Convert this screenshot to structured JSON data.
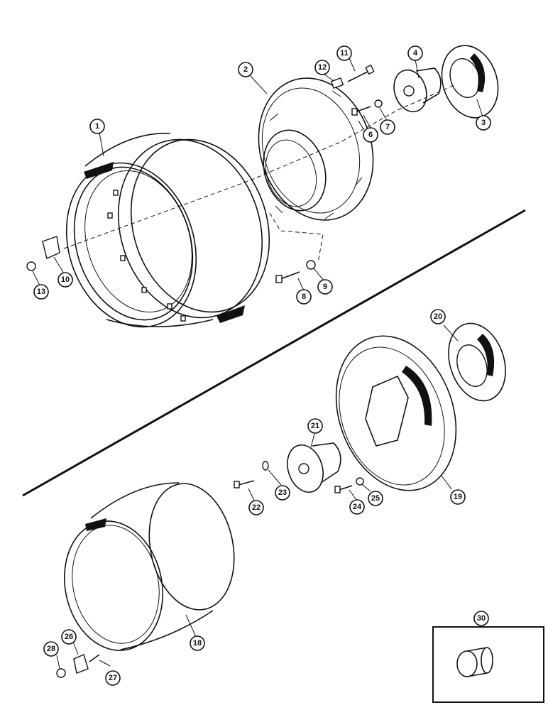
{
  "diagram": {
    "callouts": [
      "1",
      "2",
      "3",
      "4",
      "6",
      "7",
      "8",
      "9",
      "10",
      "11",
      "12",
      "13",
      "18",
      "19",
      "20",
      "21",
      "22",
      "23",
      "24",
      "25",
      "26",
      "27",
      "28",
      "30"
    ]
  }
}
